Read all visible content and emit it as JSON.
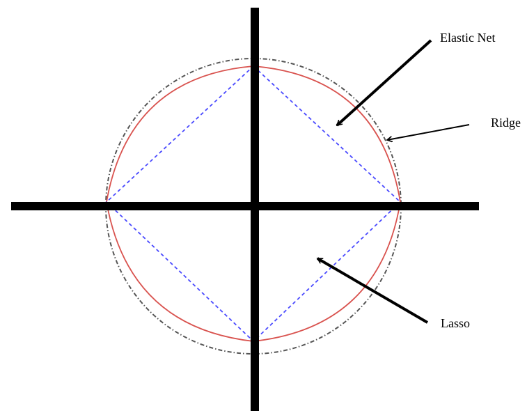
{
  "labels": {
    "elastic_net": "Elastic Net",
    "ridge": "Ridge",
    "lasso": "Lasso"
  },
  "colors": {
    "axes": "#000000",
    "ridge_curve": "#555555",
    "elastic_net_curve": "#d9534f",
    "lasso_curve": "#4a4aff",
    "arrows": "#000000"
  }
}
